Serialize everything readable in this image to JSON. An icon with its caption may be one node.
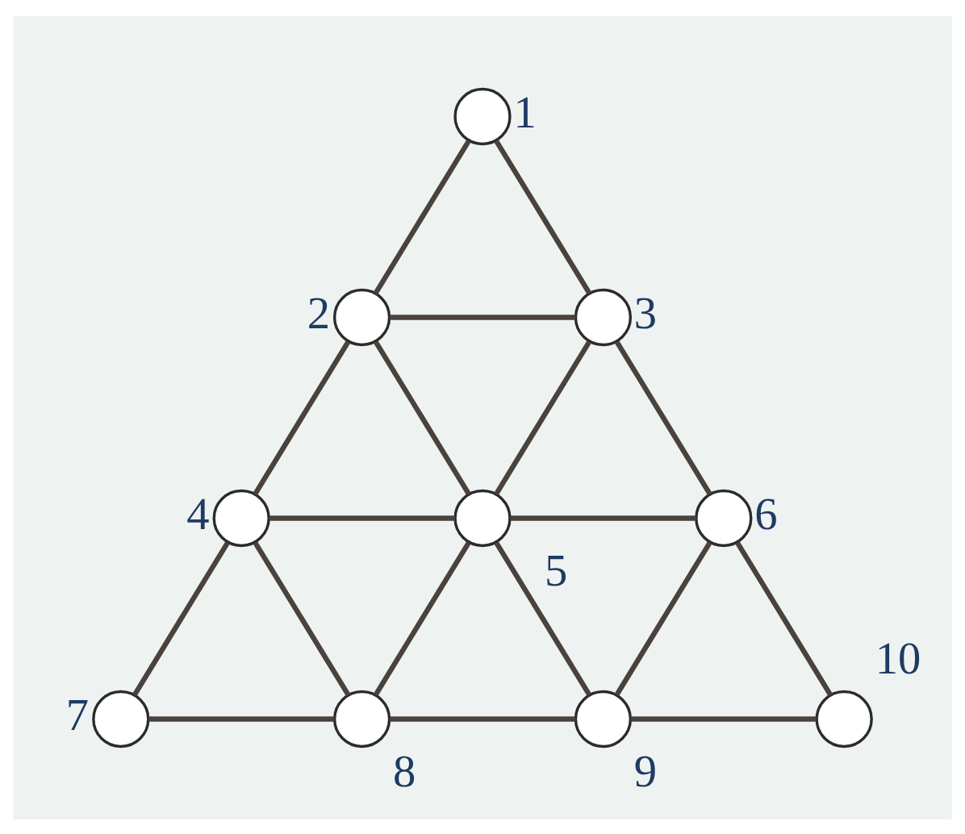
{
  "diagram": {
    "nodes": [
      {
        "text": [],
        "shape": "circle",
        "beside": [
          "1"
        ]
      },
      {
        "text": [],
        "shape": "circle",
        "beside": [
          "2"
        ]
      },
      {
        "text": [],
        "shape": "circle",
        "beside": [
          "3"
        ]
      },
      {
        "text": [],
        "shape": "circle",
        "beside": [
          "4"
        ]
      },
      {
        "text": [],
        "shape": "circle",
        "beside": [
          "5"
        ]
      },
      {
        "text": [],
        "shape": "circle",
        "beside": [
          "6"
        ]
      },
      {
        "text": [],
        "shape": "circle",
        "beside": [
          "7"
        ]
      },
      {
        "text": [],
        "shape": "circle",
        "beside": [
          "8"
        ]
      },
      {
        "text": [],
        "shape": "circle",
        "beside": [
          "9"
        ]
      },
      {
        "text": [],
        "shape": "circle",
        "beside": [
          "10"
        ]
      }
    ],
    "edges": [
      {
        "from": 0,
        "to": 1,
        "arrow": "none"
      },
      {
        "from": 0,
        "to": 2,
        "arrow": "none"
      },
      {
        "from": 1,
        "to": 2,
        "arrow": "none"
      },
      {
        "from": 1,
        "to": 3,
        "arrow": "none"
      },
      {
        "from": 1,
        "to": 4,
        "arrow": "none"
      },
      {
        "from": 2,
        "to": 4,
        "arrow": "none"
      },
      {
        "from": 2,
        "to": 5,
        "arrow": "none"
      },
      {
        "from": 3,
        "to": 4,
        "arrow": "none"
      },
      {
        "from": 4,
        "to": 5,
        "arrow": "none"
      },
      {
        "from": 3,
        "to": 6,
        "arrow": "none"
      },
      {
        "from": 3,
        "to": 7,
        "arrow": "none"
      },
      {
        "from": 4,
        "to": 7,
        "arrow": "none"
      },
      {
        "from": 4,
        "to": 8,
        "arrow": "none"
      },
      {
        "from": 5,
        "to": 8,
        "arrow": "none"
      },
      {
        "from": 5,
        "to": 9,
        "arrow": "none"
      },
      {
        "from": 6,
        "to": 7,
        "arrow": "none"
      },
      {
        "from": 7,
        "to": 8,
        "arrow": "none"
      },
      {
        "from": 8,
        "to": 9,
        "arrow": "none"
      }
    ]
  }
}
